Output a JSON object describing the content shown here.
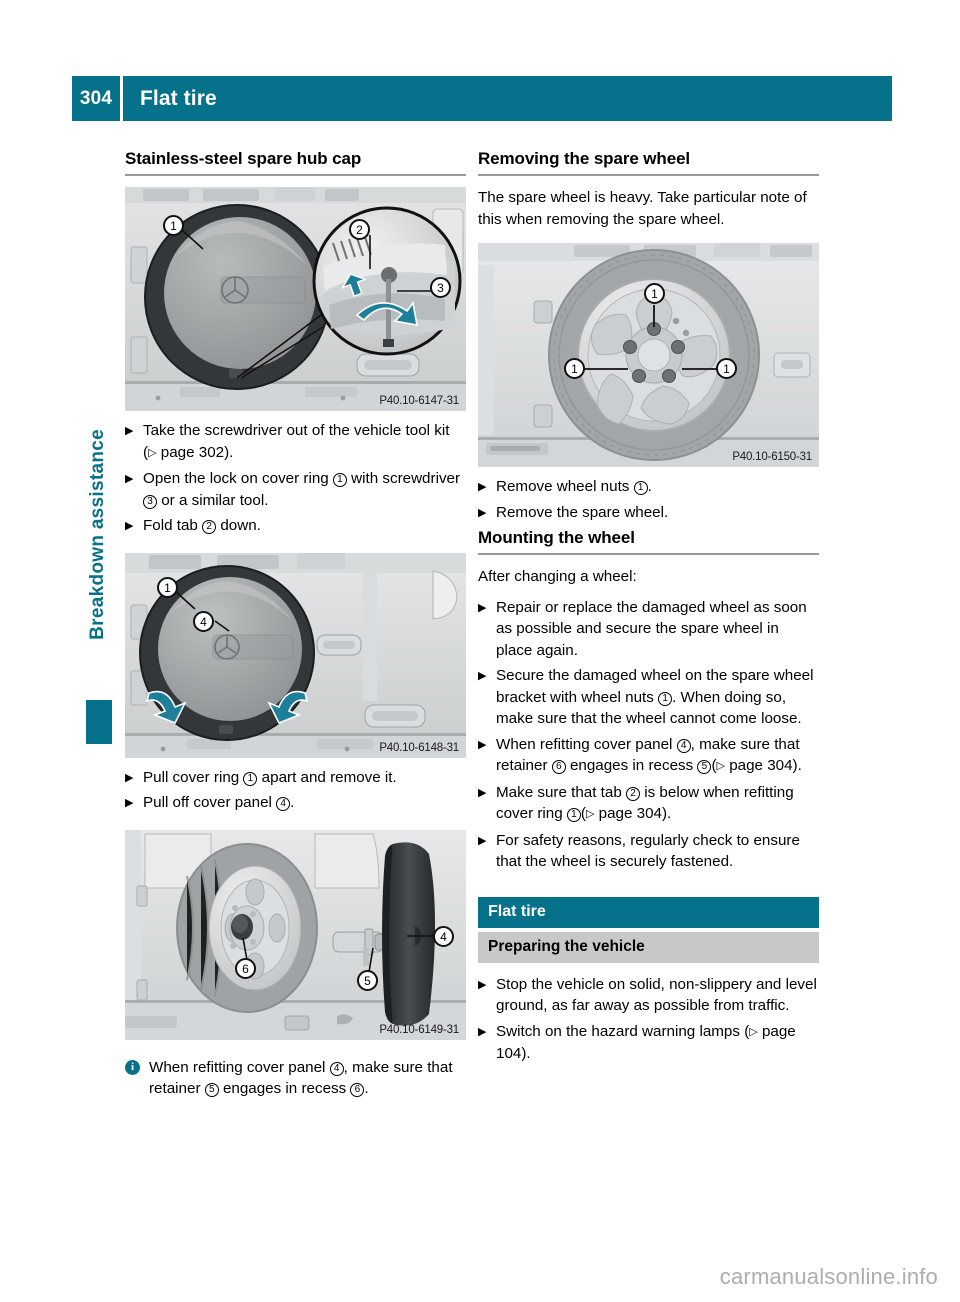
{
  "header": {
    "page_number": "304",
    "title": "Flat tire",
    "bar_color": "#06718A"
  },
  "side_tab": {
    "label": "Breakdown assistance",
    "color": "#06718A"
  },
  "left_column": {
    "heading": "Stainless-steel spare hub cap",
    "figure1": {
      "caption": "P40.10-6147-31",
      "callouts": [
        "1",
        "2",
        "3"
      ]
    },
    "steps1": [
      {
        "bullet": "▶",
        "parts": [
          {
            "t": "text",
            "v": "Take the screwdriver out of the vehicle tool kit ("
          },
          {
            "t": "pgref",
            "v": "▷"
          },
          {
            "t": "text",
            "v": " page 302)."
          }
        ]
      },
      {
        "bullet": "▶",
        "parts": [
          {
            "t": "text",
            "v": "Open the lock on cover ring "
          },
          {
            "t": "cnum",
            "v": "1"
          },
          {
            "t": "text",
            "v": " with screwdriver "
          },
          {
            "t": "cnum",
            "v": "3"
          },
          {
            "t": "text",
            "v": " or a similar tool."
          }
        ]
      },
      {
        "bullet": "▶",
        "parts": [
          {
            "t": "text",
            "v": "Fold tab "
          },
          {
            "t": "cnum",
            "v": "2"
          },
          {
            "t": "text",
            "v": " down."
          }
        ]
      }
    ],
    "figure2": {
      "caption": "P40.10-6148-31",
      "callouts": [
        "1",
        "4"
      ]
    },
    "steps2": [
      {
        "bullet": "▶",
        "parts": [
          {
            "t": "text",
            "v": "Pull cover ring "
          },
          {
            "t": "cnum",
            "v": "1"
          },
          {
            "t": "text",
            "v": " apart and remove it."
          }
        ]
      },
      {
        "bullet": "▶",
        "parts": [
          {
            "t": "text",
            "v": "Pull off cover panel "
          },
          {
            "t": "cnum",
            "v": "4"
          },
          {
            "t": "text",
            "v": "."
          }
        ]
      }
    ],
    "figure3": {
      "caption": "P40.10-6149-31",
      "callouts": [
        "4",
        "5",
        "6"
      ]
    },
    "info_note": {
      "icon": "info-icon",
      "parts": [
        {
          "t": "text",
          "v": "When refitting cover panel "
        },
        {
          "t": "cnum",
          "v": "4"
        },
        {
          "t": "text",
          "v": ", make sure that retainer "
        },
        {
          "t": "cnum",
          "v": "5"
        },
        {
          "t": "text",
          "v": " engages in recess "
        },
        {
          "t": "cnum",
          "v": "6"
        },
        {
          "t": "text",
          "v": "."
        }
      ]
    }
  },
  "right_column": {
    "heading1": "Removing the spare wheel",
    "intro1": "The spare wheel is heavy. Take particular note of this when removing the spare wheel.",
    "figure4": {
      "caption": "P40.10-6150-31",
      "callouts": [
        "1",
        "1",
        "1"
      ]
    },
    "steps1": [
      {
        "bullet": "▶",
        "parts": [
          {
            "t": "text",
            "v": "Remove wheel nuts "
          },
          {
            "t": "cnum",
            "v": "1"
          },
          {
            "t": "text",
            "v": "."
          }
        ]
      },
      {
        "bullet": "▶",
        "parts": [
          {
            "t": "text",
            "v": "Remove the spare wheel."
          }
        ]
      }
    ],
    "heading2": "Mounting the wheel",
    "intro2": "After changing a wheel:",
    "steps2": [
      {
        "bullet": "▶",
        "parts": [
          {
            "t": "text",
            "v": "Repair or replace the damaged wheel as soon as possible and secure the spare wheel in place again."
          }
        ]
      },
      {
        "bullet": "▶",
        "parts": [
          {
            "t": "text",
            "v": "Secure the damaged wheel on the spare wheel bracket with wheel nuts "
          },
          {
            "t": "cnum",
            "v": "1"
          },
          {
            "t": "text",
            "v": ". When doing so, make sure that the wheel cannot come loose."
          }
        ]
      },
      {
        "bullet": "▶",
        "parts": [
          {
            "t": "text",
            "v": "When refitting cover panel "
          },
          {
            "t": "cnum",
            "v": "4"
          },
          {
            "t": "text",
            "v": ", make sure that retainer "
          },
          {
            "t": "cnum",
            "v": "6"
          },
          {
            "t": "text",
            "v": " engages in recess "
          },
          {
            "t": "cnum",
            "v": "5"
          },
          {
            "t": "text",
            "v": "("
          },
          {
            "t": "pgref",
            "v": "▷"
          },
          {
            "t": "text",
            "v": " page 304)."
          }
        ]
      },
      {
        "bullet": "▶",
        "parts": [
          {
            "t": "text",
            "v": "Make sure that tab "
          },
          {
            "t": "cnum",
            "v": "2"
          },
          {
            "t": "text",
            "v": " is below when refitting cover ring "
          },
          {
            "t": "cnum",
            "v": "1"
          },
          {
            "t": "text",
            "v": "("
          },
          {
            "t": "pgref",
            "v": "▷"
          },
          {
            "t": "text",
            "v": " page 304)."
          }
        ]
      },
      {
        "bullet": "▶",
        "parts": [
          {
            "t": "text",
            "v": "For safety reasons, regularly check to ensure that the wheel is securely fastened."
          }
        ]
      }
    ],
    "teal_bar": "Flat tire",
    "grey_bar": "Preparing the vehicle",
    "steps3": [
      {
        "bullet": "▶",
        "parts": [
          {
            "t": "text",
            "v": "Stop the vehicle on solid, non-slippery and level ground, as far away as possible from traffic."
          }
        ]
      },
      {
        "bullet": "▶",
        "parts": [
          {
            "t": "text",
            "v": "Switch on the hazard warning lamps ("
          },
          {
            "t": "pgref",
            "v": "▷"
          },
          {
            "t": "text",
            "v": " page 104)."
          }
        ]
      }
    ]
  },
  "watermark": "carmanualsonline.info"
}
